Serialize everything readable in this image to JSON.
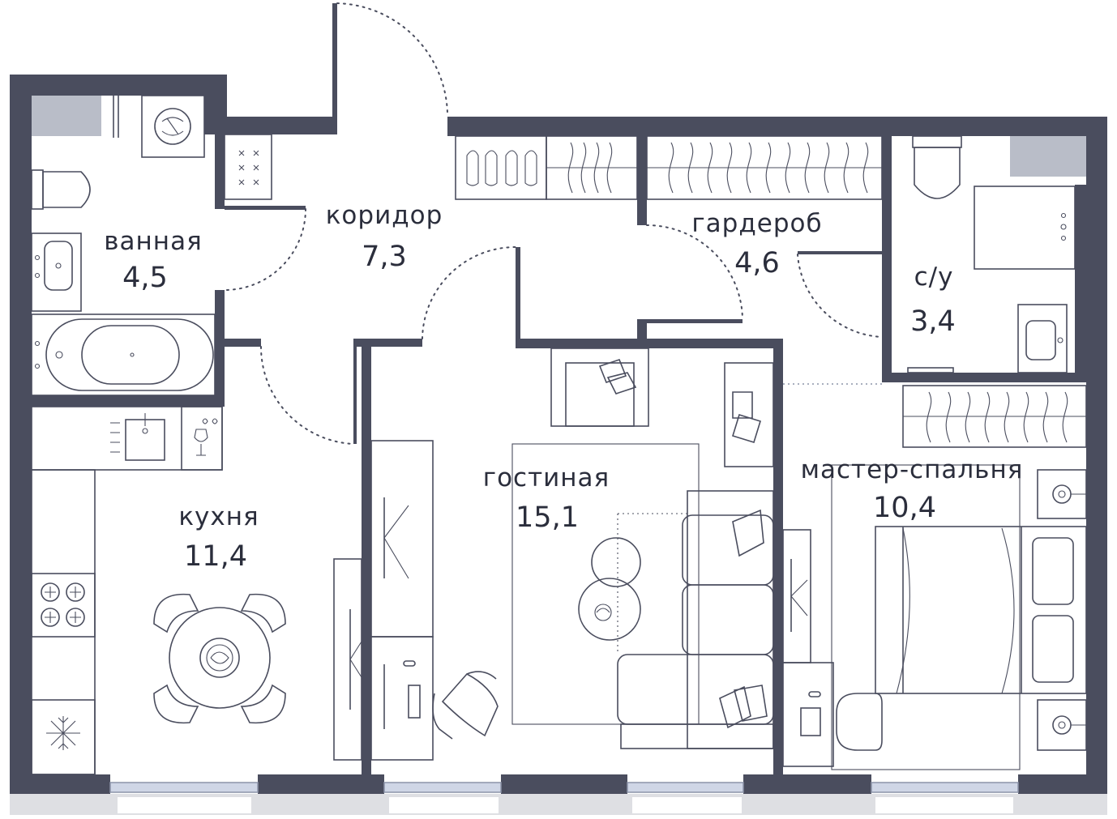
{
  "rooms": [
    {
      "key": "corridor",
      "name": "коридор",
      "area": "7,3"
    },
    {
      "key": "bathroom",
      "name": "ванная",
      "area": "4,5"
    },
    {
      "key": "wardrobe",
      "name": "гардероб",
      "area": "4,6"
    },
    {
      "key": "wc",
      "name": "с/у",
      "area": "3,4"
    },
    {
      "key": "kitchen",
      "name": "кухня",
      "area": "11,4"
    },
    {
      "key": "living",
      "name": "гостиная",
      "area": "15,1"
    },
    {
      "key": "master",
      "name": "мастер-спальня",
      "area": "10,4"
    }
  ],
  "colors": {
    "wall": "#4a4d5e",
    "window": "#cfd6e6",
    "text": "#2b2e3c"
  },
  "icons": [
    "washing-machine-icon",
    "toilet-icon",
    "sink-icon",
    "bathtub-icon",
    "stove-icon",
    "fridge-icon",
    "shoes-icon",
    "hanger-icon",
    "armchair-icon",
    "sofa-icon",
    "bed-icon",
    "dining-table-icon",
    "tv-icon",
    "desk-icon",
    "office-chair-icon",
    "pillow-icon"
  ]
}
